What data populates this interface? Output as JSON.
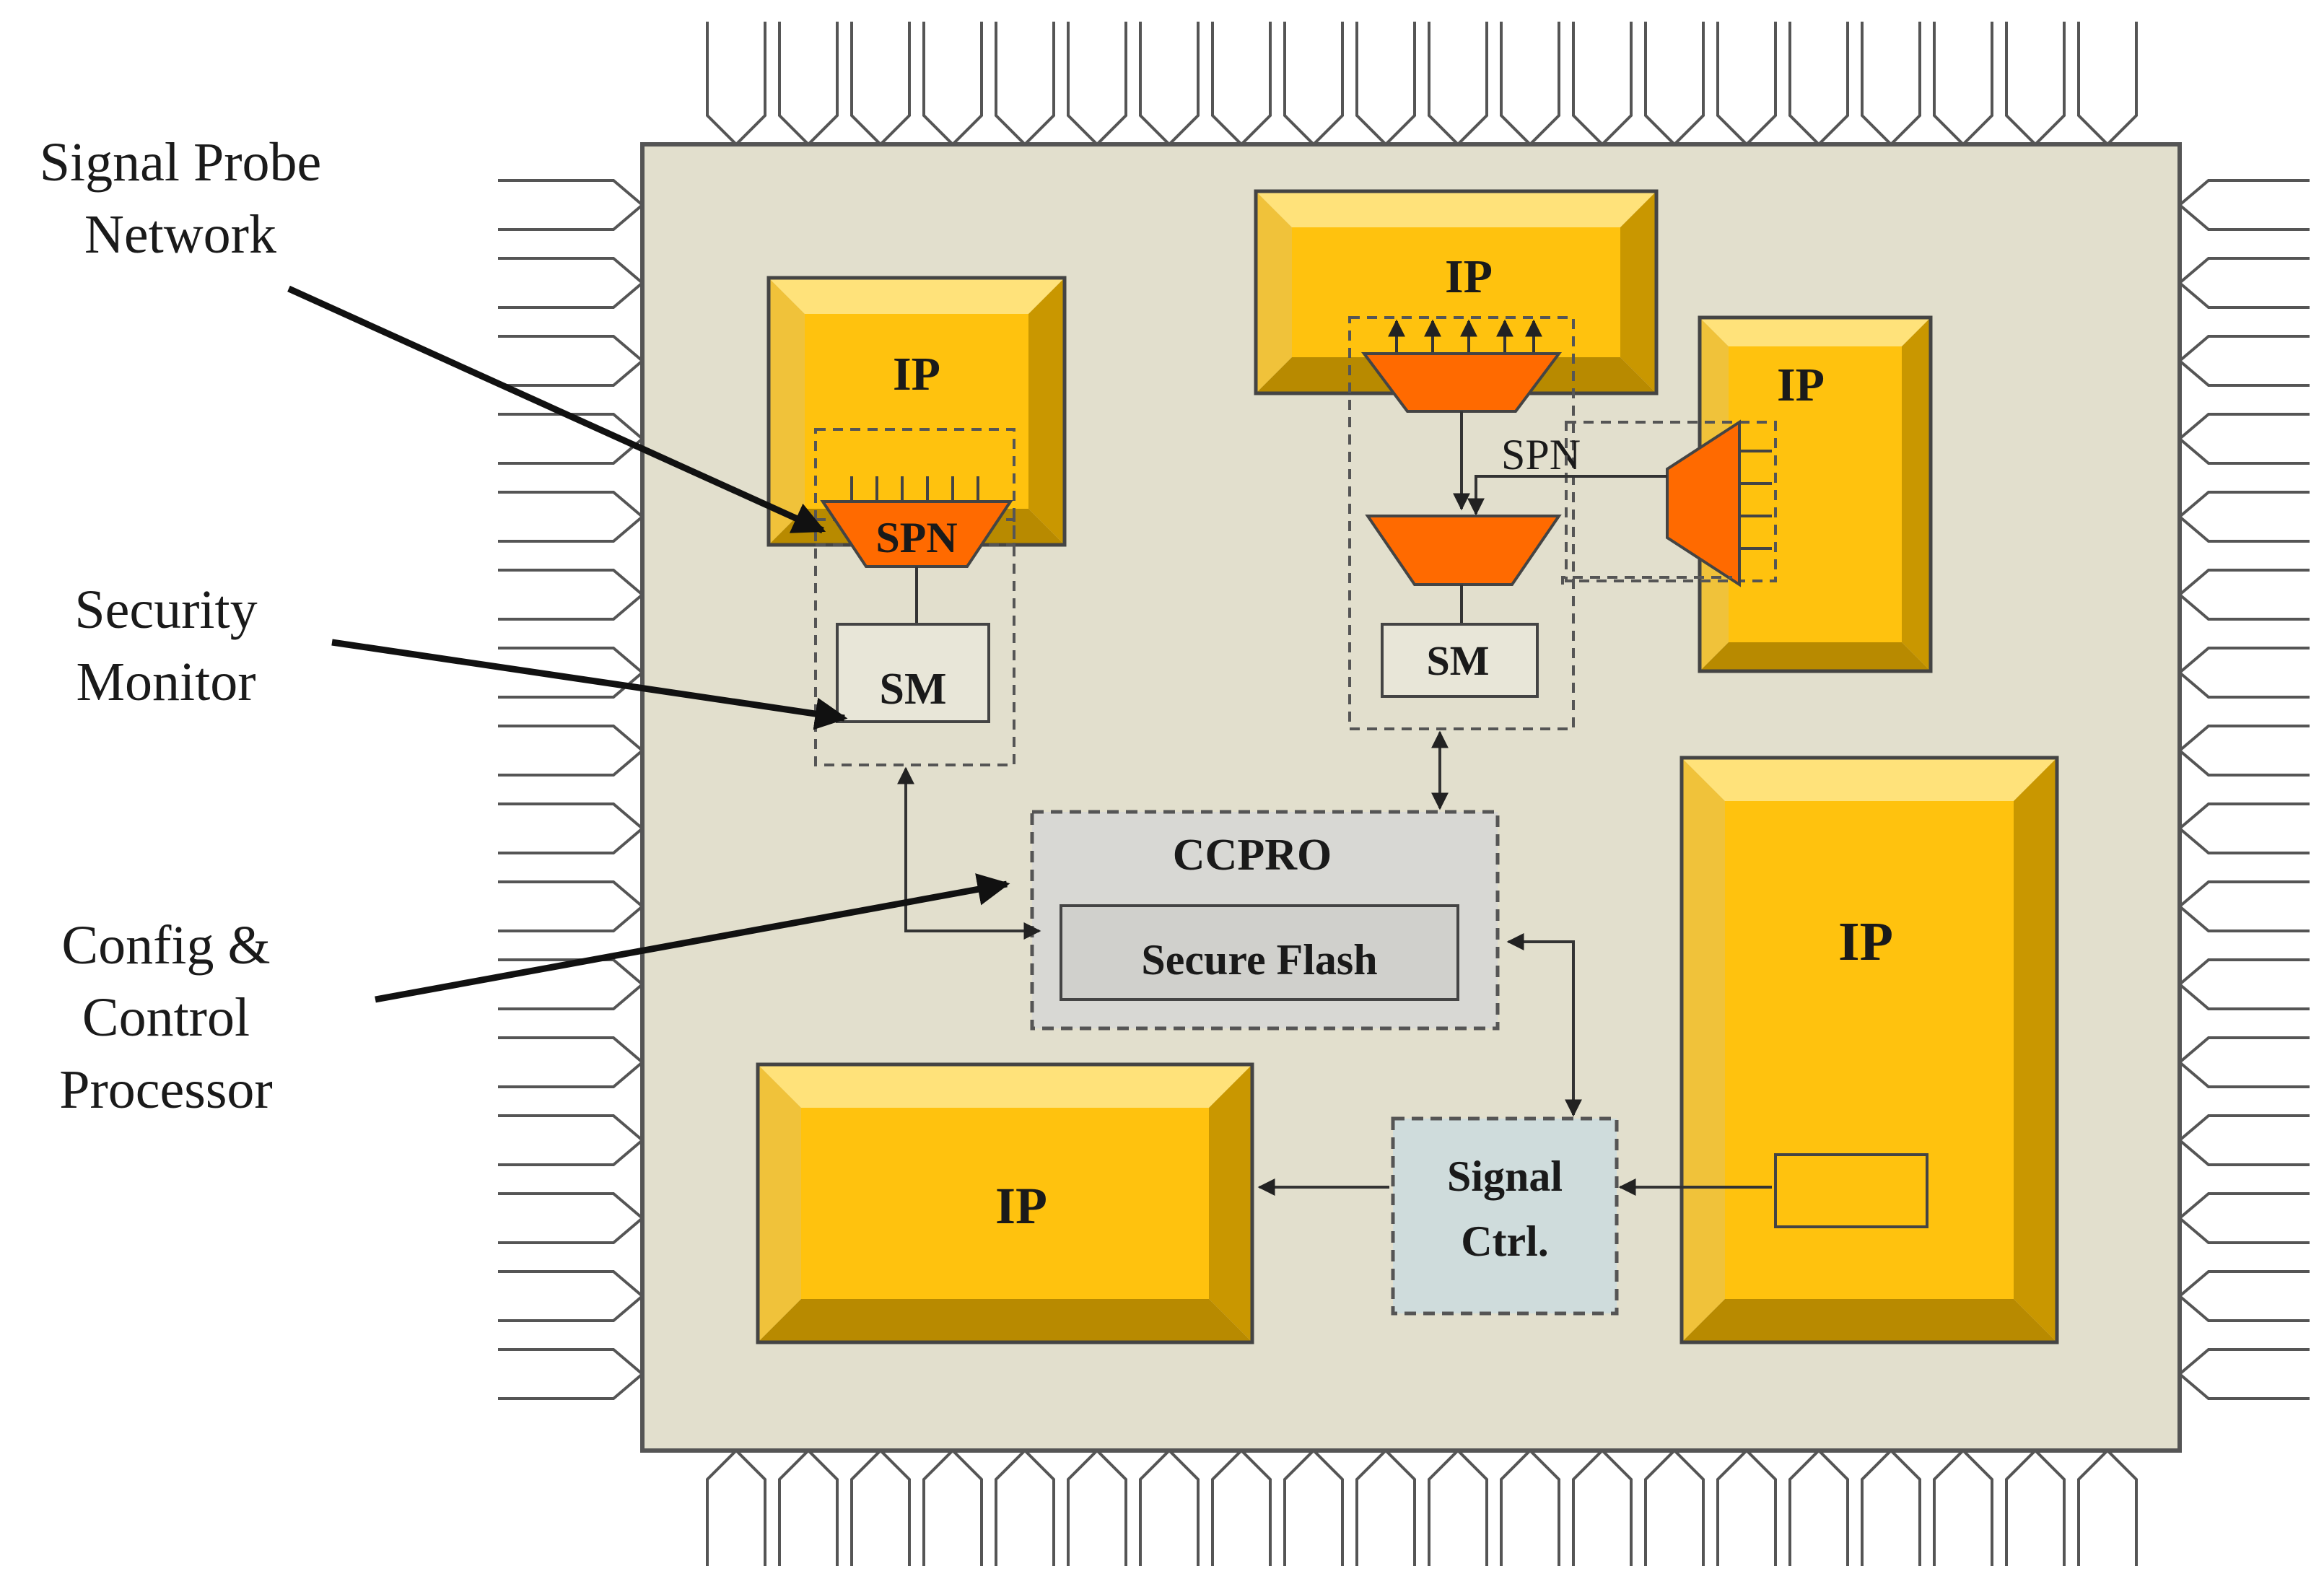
{
  "callouts": {
    "spn_line1": "Signal Probe",
    "spn_line2": "Network",
    "sm_line1": "Security",
    "sm_line2": "Monitor",
    "ccp_line1": "Config &",
    "ccp_line2": "Control",
    "ccp_line3": "Processor"
  },
  "blocks": {
    "ip": "IP",
    "spn": "SPN",
    "sm": "SM",
    "ccpro": "CCPRO",
    "secure_flash": "Secure Flash",
    "signal_ctrl_line1": "Signal",
    "signal_ctrl_line2": "Ctrl."
  },
  "colors": {
    "die": "#e2dfcd",
    "ip_face": "#ffc20e",
    "ip_light": "#ffe27a",
    "ip_shadow": "#b88a00",
    "mux": "#ff6a00",
    "ccpro_fill": "#d8d8d4",
    "signal_ctrl_fill": "#cfdcdc"
  }
}
